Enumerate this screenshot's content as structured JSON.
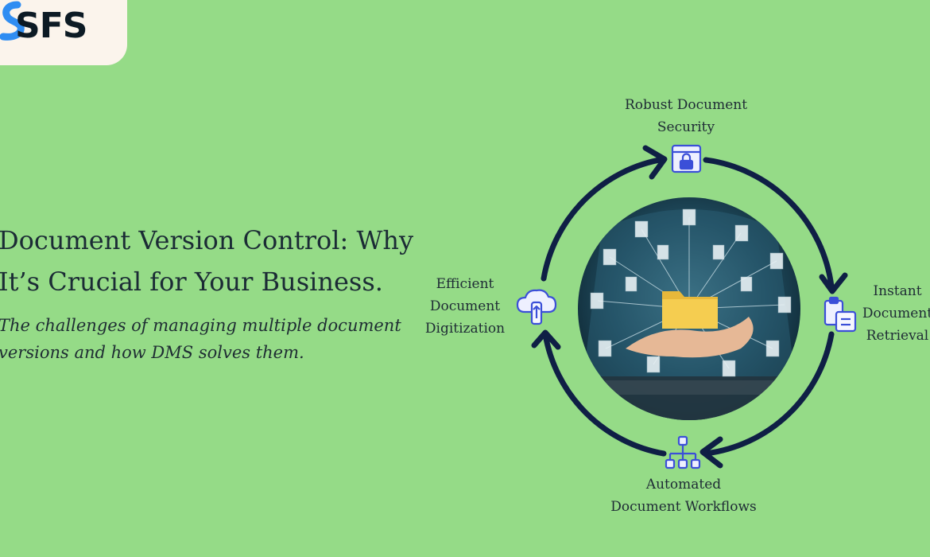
{
  "brand": {
    "name": "SFS",
    "colors": {
      "background": "#95db87",
      "logo_bg": "#fbf4ec",
      "logo_mark": "#2f8df2",
      "navy": "#0f1f45",
      "icon_blue": "#3b4fd8"
    }
  },
  "headline": {
    "title_lines": [
      "Document Version Control: Why",
      "It’s Crucial for Your Business."
    ],
    "subtitle_lines": [
      "The challenges of managing multiple document",
      "versions and how DMS solves them."
    ]
  },
  "diagram": {
    "labels": {
      "security": [
        "Robust Document",
        "Security"
      ],
      "retrieval": [
        "Instant",
        "Document",
        "Retrieval"
      ],
      "workflows": [
        "Automated",
        "Document Workflows"
      ],
      "digitization": [
        "Efficient",
        "Document",
        "Digitization"
      ]
    },
    "icons": {
      "security": "lock-icon",
      "retrieval": "clipboard-icon",
      "workflows": "hierarchy-icon",
      "digitization": "cloud-upload-icon"
    },
    "center": "folder-icon"
  }
}
